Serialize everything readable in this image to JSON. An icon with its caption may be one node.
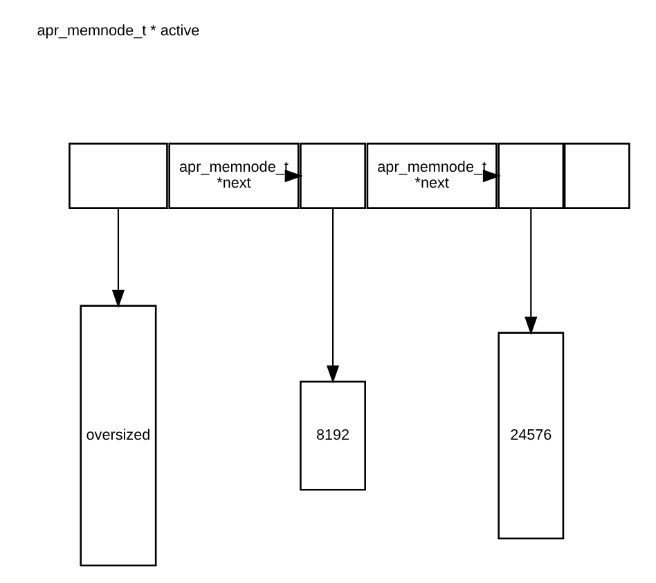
{
  "diagram": {
    "nodes": [
      {
        "text": [],
        "shape": "box"
      },
      {
        "text": [
          "apr_memnode_t *next"
        ]
      },
      {
        "text": [],
        "shape": "box"
      },
      {
        "text": [
          "apr_memnode_t *next"
        ]
      },
      {
        "text": [],
        "shape": "box"
      },
      {
        "text": [],
        "shape": "box"
      },
      {
        "text": [
          "oversized"
        ]
      },
      {
        "text": [
          "8192"
        ]
      },
      {
        "text": [
          "24576"
        ]
      }
    ],
    "edges": [
      {
        "from": 1,
        "to": 2,
        "arrow": "to"
      },
      {
        "from": 3,
        "to": 4,
        "arrow": "to"
      },
      {
        "from": 0,
        "to": 6,
        "arrow": "to"
      },
      {
        "from": 2,
        "to": 7,
        "arrow": "to"
      },
      {
        "from": 4,
        "to": 8,
        "arrow": "to"
      }
    ],
    "labels": [
      "apr_memnode_t * active"
    ]
  }
}
